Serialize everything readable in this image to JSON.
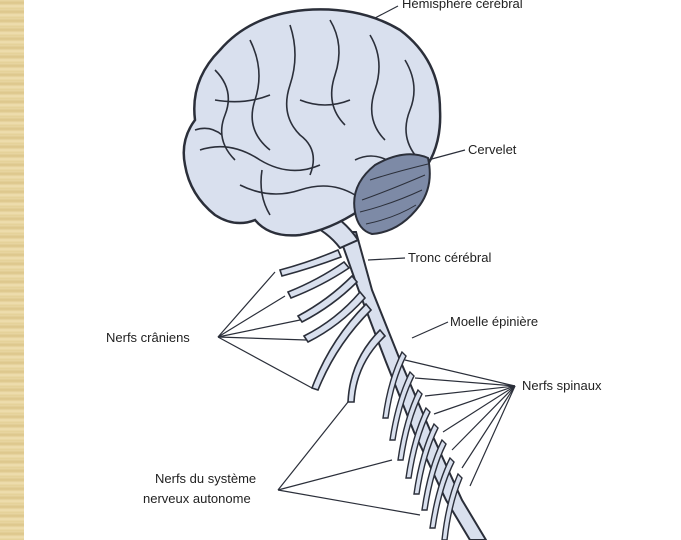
{
  "labels": {
    "hemisphere": "Hémisphère cérébral",
    "cervelet": "Cervelet",
    "tronc": "Tronc cérébral",
    "moelle": "Moelle épinière",
    "nerfs_craniens": "Nerfs crâniens",
    "nerfs_spinaux": "Nerfs spinaux",
    "nerfs_autonome_line1": "Nerfs du système",
    "nerfs_autonome_line2": "nerveux autonome"
  },
  "colors": {
    "brain_fill": "#d9e0ee",
    "outline": "#2b2f3a",
    "cerebellum_fill": "#7d8aa6",
    "side_strip": "#e6d39e"
  }
}
